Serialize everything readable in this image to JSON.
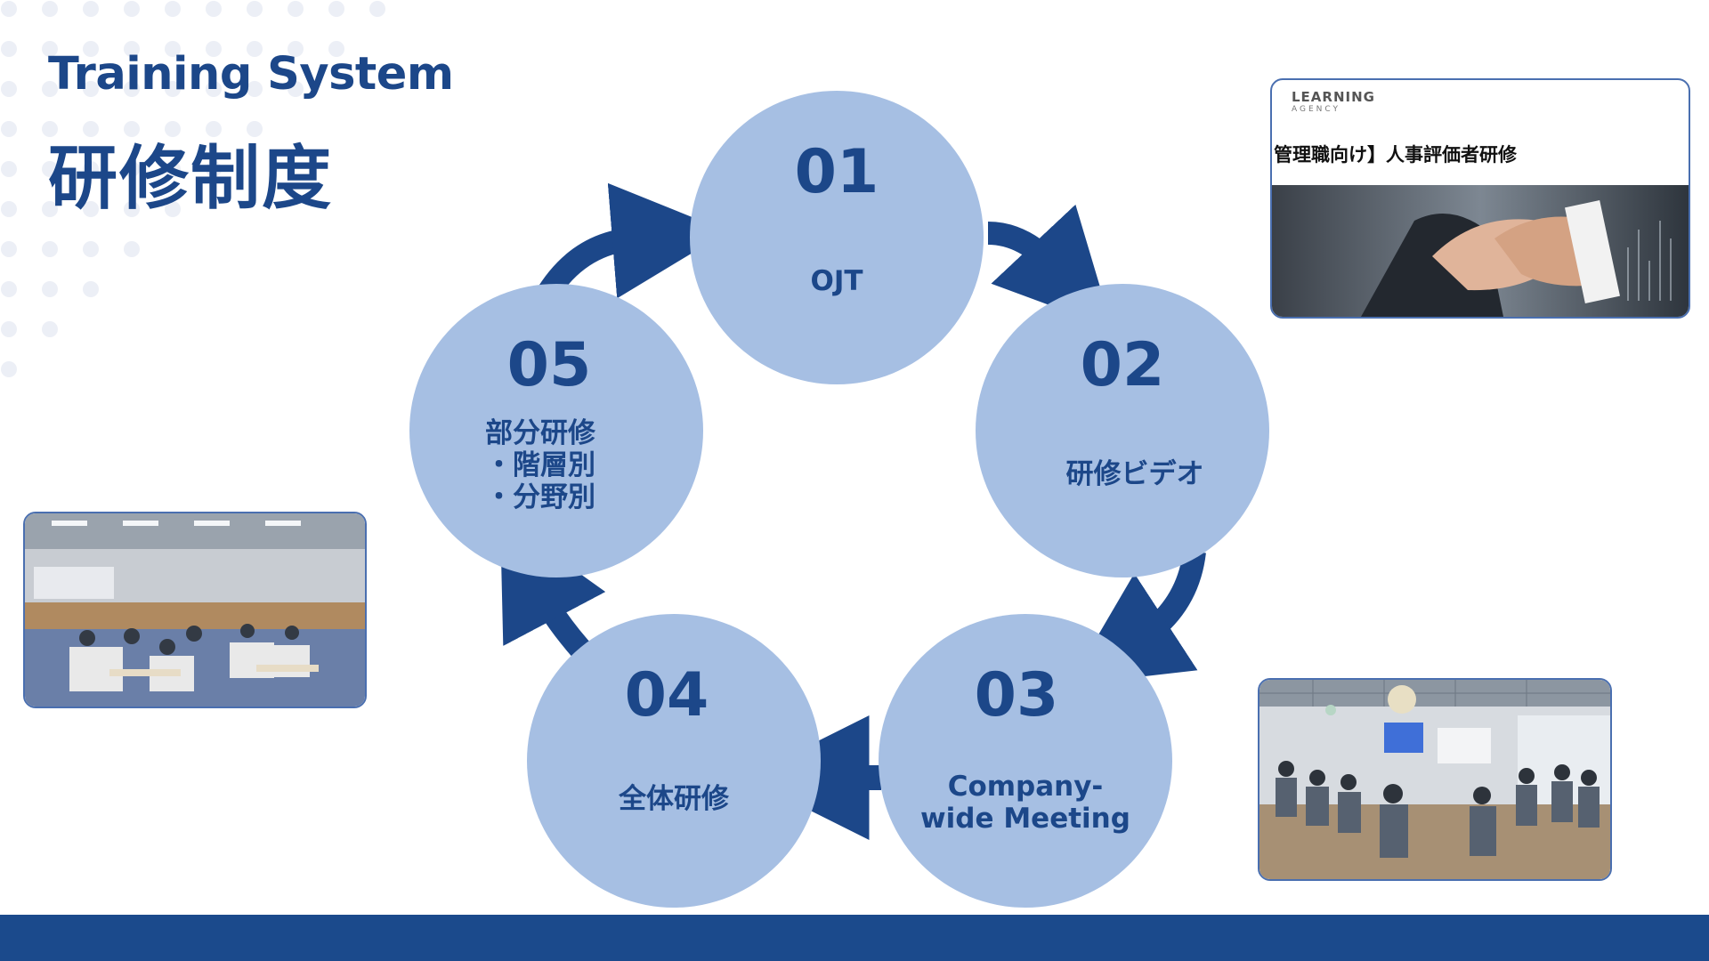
{
  "header": {
    "title_en": "Training System",
    "title_ja": "研修制度"
  },
  "steps": [
    {
      "number": "01",
      "label_lines": [
        "OJT"
      ]
    },
    {
      "number": "02",
      "label_lines": [
        "研修ビデオ"
      ]
    },
    {
      "number": "03",
      "label_lines": [
        "Company-",
        "wide Meeting"
      ]
    },
    {
      "number": "04",
      "label_lines": [
        "全体研修"
      ]
    },
    {
      "number": "05",
      "label_lines": [
        "部分研修",
        "・階層別",
        "・分野別"
      ]
    }
  ],
  "document_thumbnail": {
    "brand": "LEARNING",
    "brand_sub": "AGENCY",
    "title": "管理職向け】人事評価者研修"
  },
  "colors": {
    "primary": "#1c4789",
    "circle_fill": "#a6bfe3",
    "footer": "#1b4a8c",
    "dots": "#eceff6"
  },
  "icons": [
    "cycle-arrow-icon"
  ]
}
